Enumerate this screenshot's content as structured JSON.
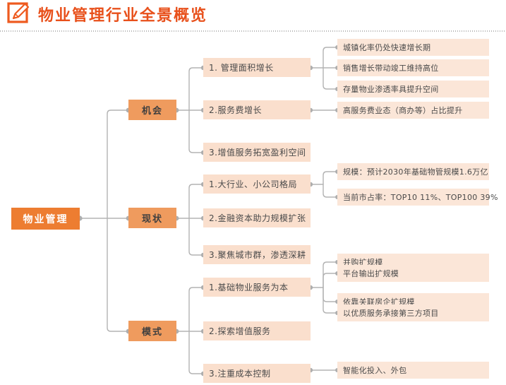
{
  "header": {
    "title": "物业管理行业全景概览",
    "icon": "pencil-edit-icon",
    "title_color": "#e8501b",
    "divider": "dotted-divider"
  },
  "colors": {
    "root": "#ed7d31",
    "level2": "#ef9b5e",
    "level3": "#fadfcd",
    "level4": "#fbe6d8",
    "connector": "#b3b3b3",
    "dot": "#a8a8a8"
  },
  "mindmap": {
    "root": {
      "label": "物业管理"
    },
    "branches": [
      {
        "label": "机会",
        "children": [
          {
            "label": "1. 管理面积增长",
            "leaves": [
              {
                "label": "城镇化率仍处快速增长期"
              },
              {
                "label": "销售增长带动竣工维持高位"
              },
              {
                "label": "存量物业渗透率具提升空间"
              }
            ]
          },
          {
            "label": "2.服务费增长",
            "leaves": [
              {
                "label": "高服务费业态（商办等）占比提升"
              }
            ]
          },
          {
            "label": "3.增值服务拓宽盈利空间",
            "leaves": []
          }
        ]
      },
      {
        "label": "现状",
        "children": [
          {
            "label": "1.大行业、小公司格局",
            "leaves": [
              {
                "label": "规模：预计2030年基础物管规模1.6万亿"
              },
              {
                "label": "当前市占率：TOP10 11%、TOP100 39%"
              }
            ]
          },
          {
            "label": "2.金融资本助力规模扩张",
            "leaves": []
          },
          {
            "label": "3.聚焦城市群，渗透深耕",
            "leaves": []
          }
        ]
      },
      {
        "label": "模式",
        "children": [
          {
            "label": "1.基础物业服务为本",
            "leaves": [
              {
                "label": "并购扩规模"
              },
              {
                "label": "平台输出扩规模"
              },
              {
                "label": "依靠关联房企扩规模"
              },
              {
                "label": "以优质服务承接第三方项目"
              }
            ]
          },
          {
            "label": "2.探索增值服务",
            "leaves": []
          },
          {
            "label": "3.注重成本控制",
            "leaves": [
              {
                "label": "智能化投入、外包"
              }
            ]
          }
        ]
      }
    ]
  }
}
